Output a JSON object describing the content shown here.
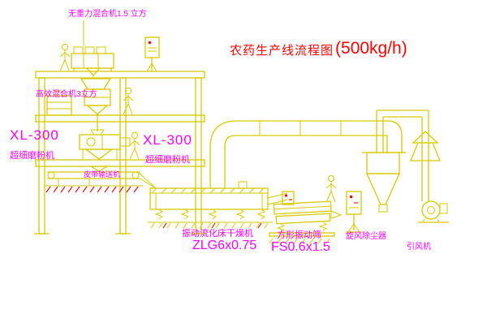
{
  "title": {
    "name": "农药生产线流程图",
    "capacity": "(500kg/h)"
  },
  "labels": {
    "top_mixer": "无重力混合机1.5 立方",
    "efficient_mixer": "高效混合机3立方",
    "left_mill_model": "XL-300",
    "left_mill_name": "超细磨粉机",
    "center_mill_model": "XL-300",
    "center_mill_name": "超细磨粉机",
    "belt_conveyor": "皮带输送机",
    "dryer_name": "振动流化床干燥机",
    "dryer_model": "ZLG6x0.75",
    "screen_name": "方形振动筛",
    "screen_model": "FS0.6x1.5",
    "cyclone": "旋风除尘器",
    "fan": "引风机"
  },
  "colors": {
    "line": "#d6ca00",
    "label": "#ff00ff",
    "title": "#ff0000",
    "accent": "#ff0000",
    "background": "#ffffff"
  }
}
